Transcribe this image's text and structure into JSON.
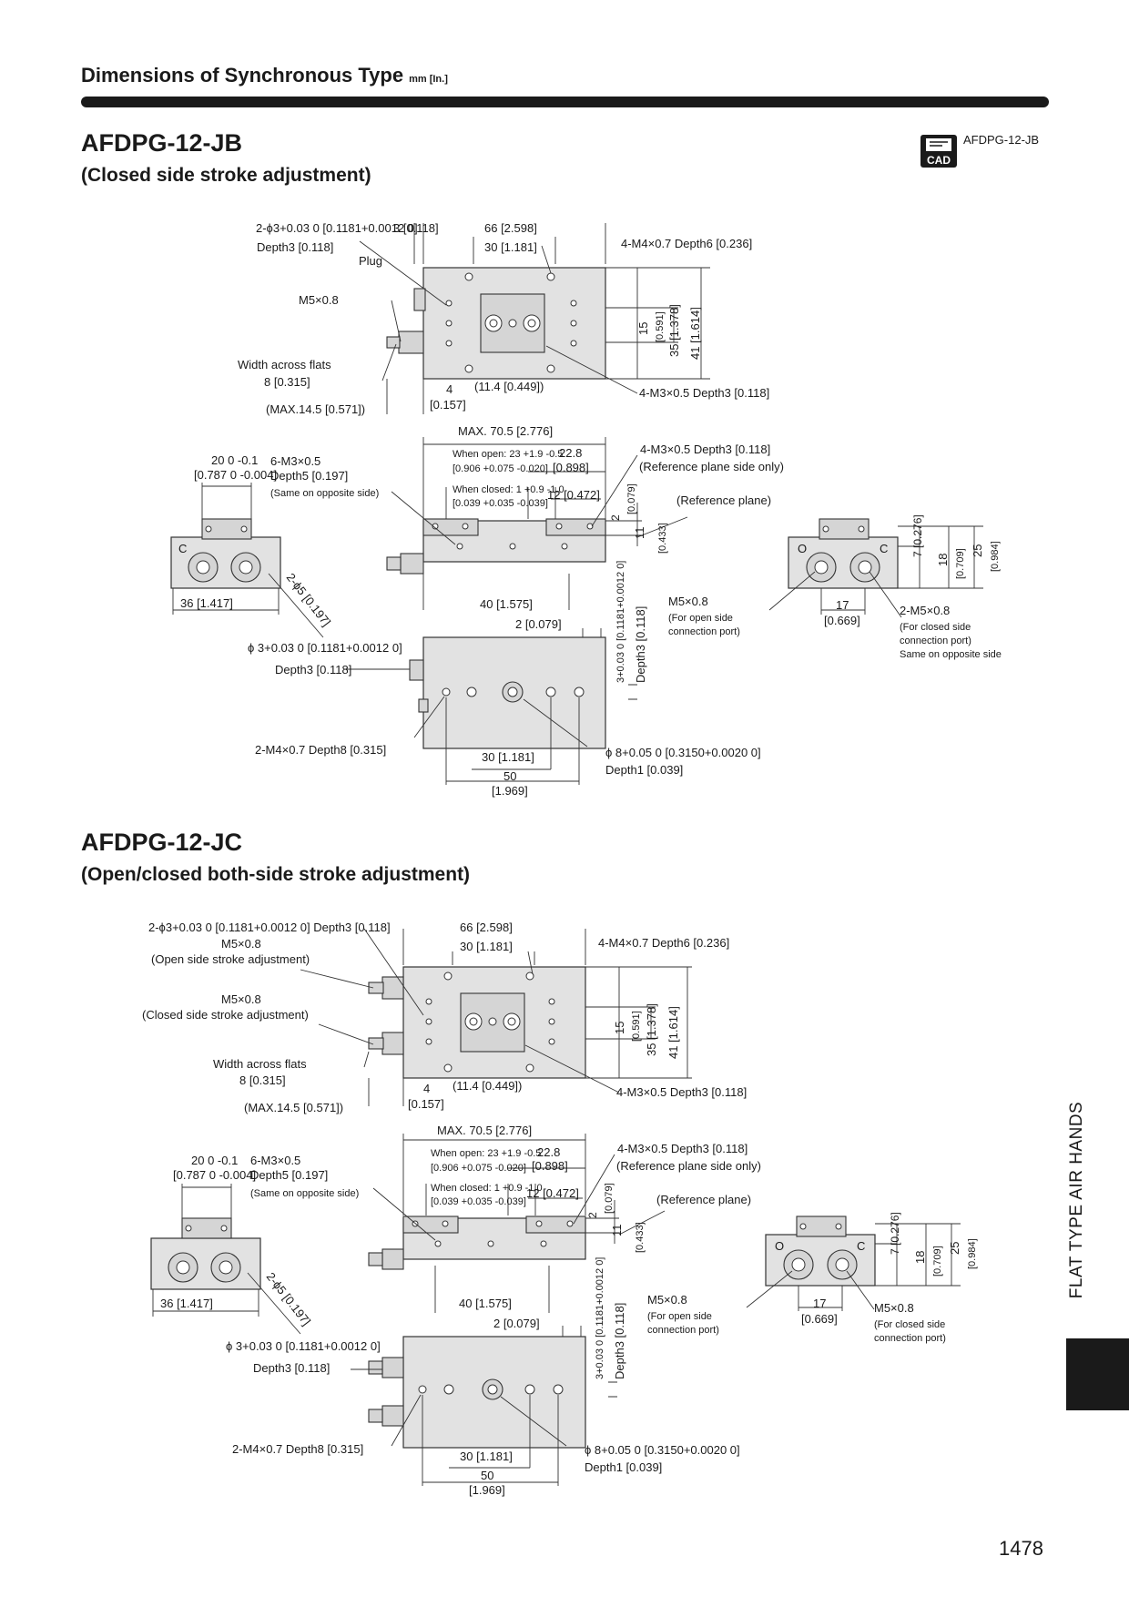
{
  "header": {
    "title": "Dimensions of Synchronous Type",
    "unit": "mm [In.]"
  },
  "cad": {
    "icon_text": "CAD",
    "label": "AFDPG-12-JB"
  },
  "section1": {
    "model": "AFDPG-12-JB",
    "subtitle": "(Closed side stroke adjustment)",
    "top_view": {
      "hole_callout": "2-ϕ3+0.03 0 [0.1181+0.0012 0]",
      "hole_depth": "Depth3 [0.118]",
      "plug": "Plug",
      "dim_3": "3 [0.118]",
      "dim_66": "66 [2.598]",
      "dim_30": "30 [1.181]",
      "tap_m4": "4-M4×0.7  Depth6 [0.236]",
      "m5": "M5×0.8",
      "width_flats": "Width across flats",
      "width_flats_val": "8 [0.315]",
      "dim_4": "4",
      "dim_4_in": "[0.157]",
      "dim_11_4": "(11.4 [0.449])",
      "dim_max14": "(MAX.14.5 [0.571])",
      "tap_m3": "4-M3×0.5  Depth3 [0.118]",
      "dim_15": "15",
      "dim_15_in": "[0.591]",
      "dim_35": "35 [1.378]",
      "dim_41": "41 [1.614]"
    },
    "side_view": {
      "max_70": "MAX. 70.5 [2.776]",
      "when_open": "When open: 23 +1.9 -0.5",
      "when_open_in": "[0.906 +0.075 -0.020]",
      "dim_22_8": "22.8",
      "dim_22_8_in": "[0.898]",
      "when_closed": "When closed: 1 +0.9 -1.0",
      "when_closed_in": "[0.039 +0.035 -0.039]",
      "dim_12": "12 [0.472]",
      "tap_m3_ref": "4-M3×0.5  Depth3 [0.118]",
      "ref_only": "(Reference plane side only)",
      "ref_plane": "(Reference plane)",
      "dim_2": "2",
      "dim_2_in": "[0.079]",
      "dim_11": "11",
      "dim_11_in": "[0.433]",
      "dim_40": "40 [1.575]",
      "tap_6m3": "6-M3×0.5",
      "tap_6m3_depth": "Depth5 [0.197]",
      "same_opp": "(Same on opposite side)"
    },
    "end_view_left": {
      "dim_20": "20 0 -0.1",
      "dim_20_in": "[0.787 0 -0.004]",
      "dim_36": "36 [1.417]",
      "dia5": "2-ϕ5 [0.197]",
      "c": "C"
    },
    "end_view_right": {
      "o": "O",
      "c": "C",
      "dim_7": "7 [0.276]",
      "dim_18": "18",
      "dim_18_in": "[0.709]",
      "dim_25": "25",
      "dim_25_in": "[0.984]",
      "dim_17": "17",
      "dim_17_in": "[0.669]",
      "m5_open": "M5×0.8",
      "m5_open_note1": "(For open side",
      "m5_open_note2": "connection port)",
      "m5_closed": "2-M5×0.8",
      "m5_closed_note1": "(For closed side",
      "m5_closed_note2": "connection port)",
      "m5_closed_note3": "Same on opposite side"
    },
    "bottom_view": {
      "dia3": "ϕ 3+0.03 0 [0.1181+0.0012 0]",
      "dia3_depth": "Depth3 [0.118]",
      "dim_2": "2 [0.079]",
      "vert_dia": "3+0.03 0 [0.1181+0.0012 0]",
      "vert_depth": "Depth3 [0.118]",
      "tap_m4": "2-M4×0.7  Depth8 [0.315]",
      "dim_30": "30 [1.181]",
      "dim_50": "50",
      "dim_50_in": "[1.969]",
      "dia8": "ϕ 8+0.05 0 [0.3150+0.0020 0]",
      "dia8_depth": "Depth1 [0.039]"
    }
  },
  "section2": {
    "model": "AFDPG-12-JC",
    "subtitle": "(Open/closed both-side stroke adjustment)",
    "top_view": {
      "hole_callout": "2-ϕ3+0.03 0 [0.1181+0.0012 0]  Depth3 [0.118]",
      "m5_a": "M5×0.8",
      "m5_a_note": "(Open side stroke adjustment)",
      "m5_b": "M5×0.8",
      "m5_b_note": "(Closed side stroke adjustment)",
      "width_flats": "Width across flats",
      "width_flats_val": "8 [0.315]",
      "dim_max14": "(MAX.14.5 [0.571])",
      "dim_4": "4",
      "dim_4_in": "[0.157]",
      "dim_11_4": "(11.4 [0.449])",
      "dim_66": "66 [2.598]",
      "dim_30": "30 [1.181]",
      "tap_m4": "4-M4×0.7  Depth6 [0.236]",
      "tap_m3": "4-M3×0.5  Depth3 [0.118]",
      "dim_15": "15",
      "dim_15_in": "[0.591]",
      "dim_35": "35 [1.378]",
      "dim_41": "41 [1.614]"
    },
    "side_view": {
      "max_70": "MAX. 70.5 [2.776]",
      "when_open": "When open: 23 +1.9 -0.5",
      "when_open_in": "[0.906 +0.075 -0.020]",
      "dim_22_8": "22.8",
      "dim_22_8_in": "[0.898]",
      "when_closed": "When closed: 1 +0.9 -1.0",
      "when_closed_in": "[0.039 +0.035 -0.039]",
      "dim_12": "12 [0.472]",
      "tap_m3_ref": "4-M3×0.5  Depth3 [0.118]",
      "ref_only": "(Reference plane side only)",
      "ref_plane": "(Reference plane)",
      "dim_2": "2",
      "dim_2_in": "[0.079]",
      "dim_11": "11",
      "dim_11_in": "[0.433]",
      "dim_40": "40 [1.575]",
      "tap_6m3": "6-M3×0.5",
      "tap_6m3_depth": "Depth5 [0.197]",
      "same_opp": "(Same on opposite side)"
    },
    "end_view_left": {
      "dim_20": "20 0 -0.1",
      "dim_20_in": "[0.787 0 -0.004]",
      "dim_36": "36 [1.417]",
      "dia5": "2-ϕ5 [0.197]"
    },
    "end_view_right": {
      "o": "O",
      "c": "C",
      "dim_7": "7 [0.276]",
      "dim_18": "18",
      "dim_18_in": "[0.709]",
      "dim_25": "25",
      "dim_25_in": "[0.984]",
      "dim_17": "17",
      "dim_17_in": "[0.669]",
      "m5_open": "M5×0.8",
      "m5_open_note1": "(For open side",
      "m5_open_note2": "connection port)",
      "m5_closed": "M5×0.8",
      "m5_closed_note1": "(For closed side",
      "m5_closed_note2": "connection port)"
    },
    "bottom_view": {
      "dia3": "ϕ 3+0.03 0 [0.1181+0.0012 0]",
      "dia3_depth": "Depth3 [0.118]",
      "dim_2": "2 [0.079]",
      "vert_dia": "3+0.03 0 [0.1181+0.0012 0]",
      "vert_depth": "Depth3 [0.118]",
      "tap_m4": "2-M4×0.7  Depth8 [0.315]",
      "dim_30": "30 [1.181]",
      "dim_50": "50",
      "dim_50_in": "[1.969]",
      "dia8": "ϕ 8+0.05 0 [0.3150+0.0020 0]",
      "dia8_depth": "Depth1 [0.039]"
    }
  },
  "side_tab": {
    "label": "FLAT TYPE AIR HANDS"
  },
  "page_number": "1478"
}
